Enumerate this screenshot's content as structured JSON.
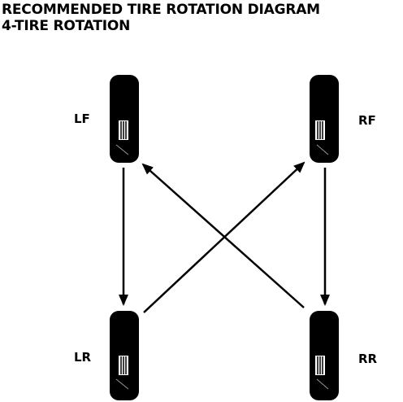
{
  "title": {
    "line1": "RECOMMENDED TIRE ROTATION DIAGRAM",
    "line2": "4-TIRE ROTATION"
  },
  "tires": {
    "lf": "LF",
    "rf": "RF",
    "lr": "LR",
    "rr": "RR"
  },
  "colors": {
    "ink": "#000000",
    "background": "#ffffff"
  }
}
